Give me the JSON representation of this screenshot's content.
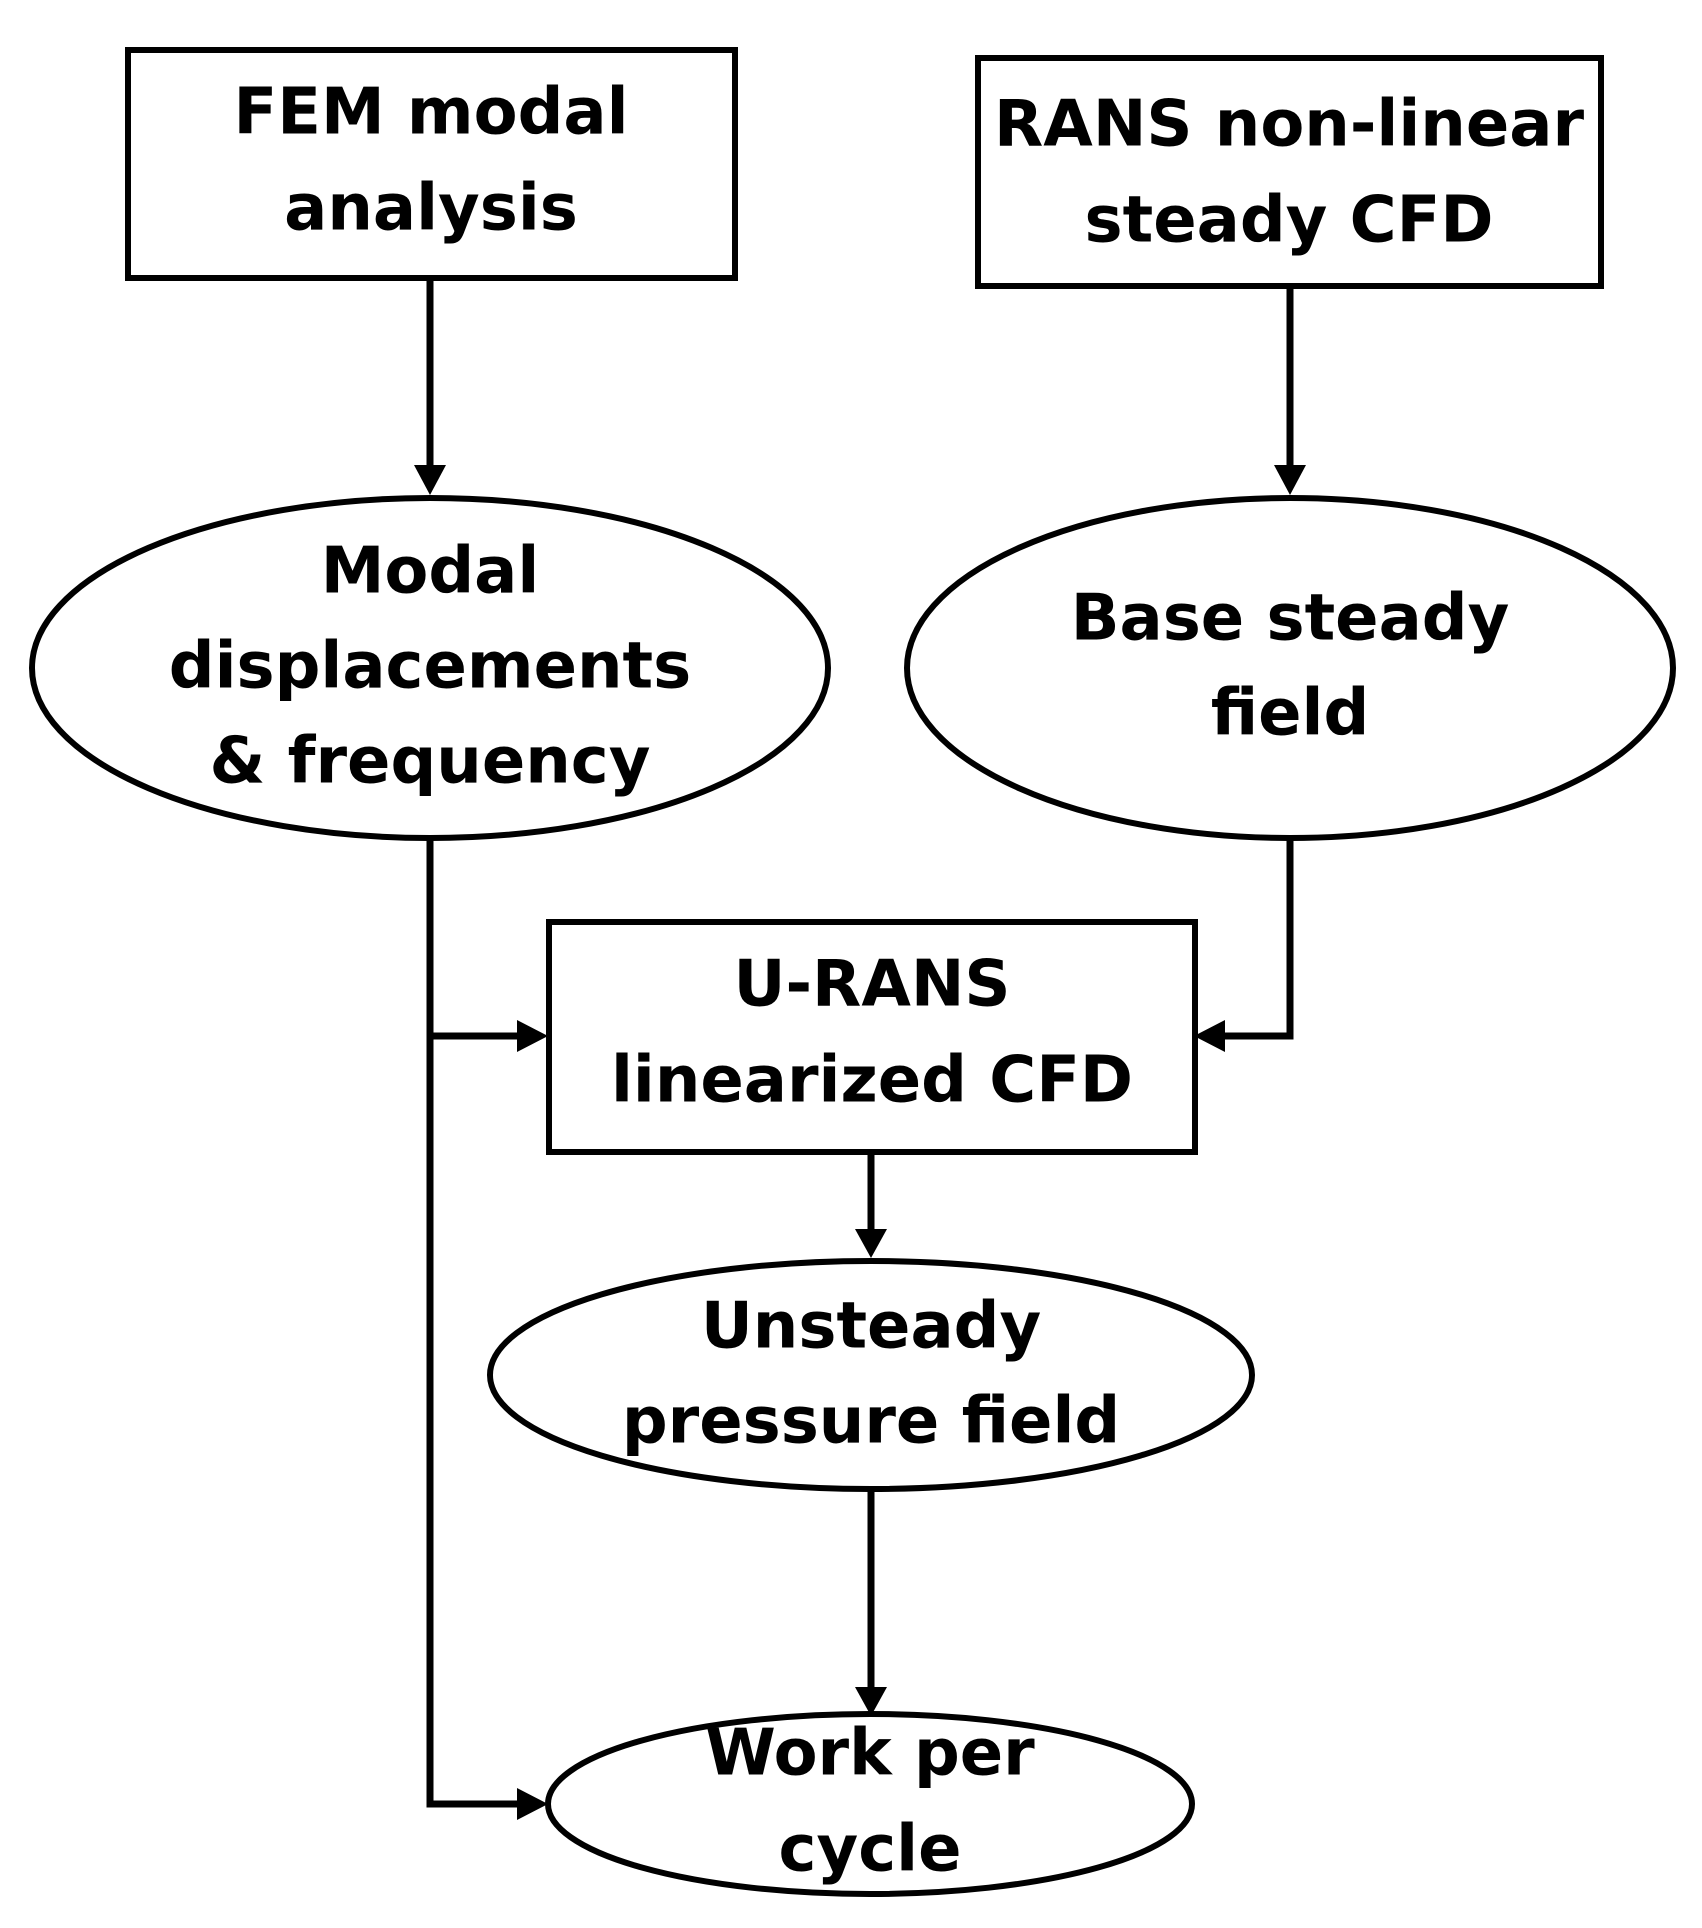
{
  "nodes": {
    "fem_modal": {
      "shape": "rectangle",
      "lines": [
        "FEM modal",
        "analysis"
      ]
    },
    "rans_steady": {
      "shape": "rectangle",
      "lines": [
        "RANS non-linear",
        "steady CFD"
      ]
    },
    "modal_disp": {
      "shape": "ellipse",
      "lines": [
        "Modal",
        "displacements",
        "& frequency"
      ]
    },
    "base_field": {
      "shape": "ellipse",
      "lines": [
        "Base steady",
        "field"
      ]
    },
    "urans": {
      "shape": "rectangle",
      "lines": [
        "U-RANS",
        "linearized CFD"
      ]
    },
    "unsteady_p": {
      "shape": "ellipse",
      "lines": [
        "Unsteady",
        "pressure field"
      ]
    },
    "work_cycle": {
      "shape": "ellipse",
      "lines": [
        "Work per",
        "cycle"
      ]
    }
  },
  "edges": [
    {
      "from": "fem_modal",
      "to": "modal_disp"
    },
    {
      "from": "rans_steady",
      "to": "base_field"
    },
    {
      "from": "modal_disp",
      "to": "urans"
    },
    {
      "from": "base_field",
      "to": "urans"
    },
    {
      "from": "urans",
      "to": "unsteady_p"
    },
    {
      "from": "unsteady_p",
      "to": "work_cycle"
    },
    {
      "from": "modal_disp",
      "to": "work_cycle"
    }
  ],
  "colors": {
    "stroke": "#000000",
    "fill": "#ffffff",
    "text": "#000000"
  }
}
